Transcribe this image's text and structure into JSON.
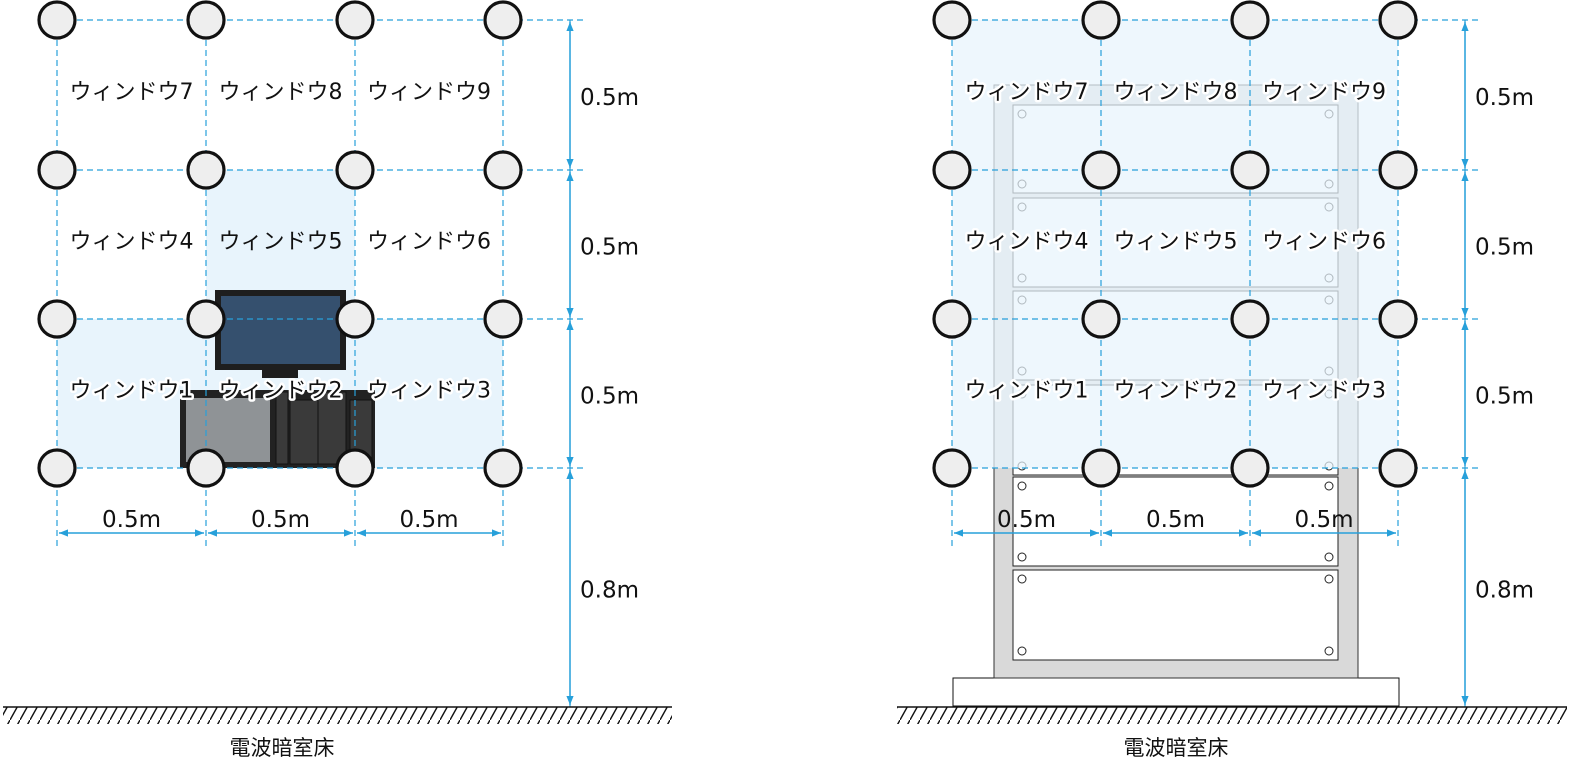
{
  "colors": {
    "grid_line": "#27a0da",
    "dimension_line": "#27a0da",
    "window_highlight": "#e8f4fc",
    "antenna_fill": "#eeeeee",
    "antenna_stroke": "#111111",
    "rack_fill": "#d9d9d9",
    "monitor_screen": "#35506e",
    "device_dark": "#3a3a3a",
    "device_gray": "#8f9396"
  },
  "icons": {
    "antenna_position": "circle",
    "floor": "hatched-ground"
  },
  "left_diagram": {
    "windows": [
      {
        "label": "ウィンドウ7",
        "highlighted": false
      },
      {
        "label": "ウィンドウ8",
        "highlighted": false
      },
      {
        "label": "ウィンドウ9",
        "highlighted": false
      },
      {
        "label": "ウィンドウ4",
        "highlighted": false
      },
      {
        "label": "ウィンドウ5",
        "highlighted": true
      },
      {
        "label": "ウィンドウ6",
        "highlighted": false
      },
      {
        "label": "ウィンドウ1",
        "highlighted": true
      },
      {
        "label": "ウィンドウ2",
        "highlighted": true
      },
      {
        "label": "ウィンドウ3",
        "highlighted": true
      }
    ],
    "column_dims": [
      "0.5m",
      "0.5m",
      "0.5m"
    ],
    "row_dims": [
      "0.5m",
      "0.5m",
      "0.5m"
    ],
    "height_dim": "0.8m",
    "floor_label": "電波暗室床"
  },
  "right_diagram": {
    "windows": [
      {
        "label": "ウィンドウ7",
        "highlighted": true
      },
      {
        "label": "ウィンドウ8",
        "highlighted": true
      },
      {
        "label": "ウィンドウ9",
        "highlighted": true
      },
      {
        "label": "ウィンドウ4",
        "highlighted": true
      },
      {
        "label": "ウィンドウ5",
        "highlighted": true
      },
      {
        "label": "ウィンドウ6",
        "highlighted": true
      },
      {
        "label": "ウィンドウ1",
        "highlighted": true
      },
      {
        "label": "ウィンドウ2",
        "highlighted": true
      },
      {
        "label": "ウィンドウ3",
        "highlighted": true
      }
    ],
    "column_dims": [
      "0.5m",
      "0.5m",
      "0.5m"
    ],
    "row_dims": [
      "0.5m",
      "0.5m",
      "0.5m"
    ],
    "height_dim": "0.8m",
    "floor_label": "電波暗室床"
  }
}
